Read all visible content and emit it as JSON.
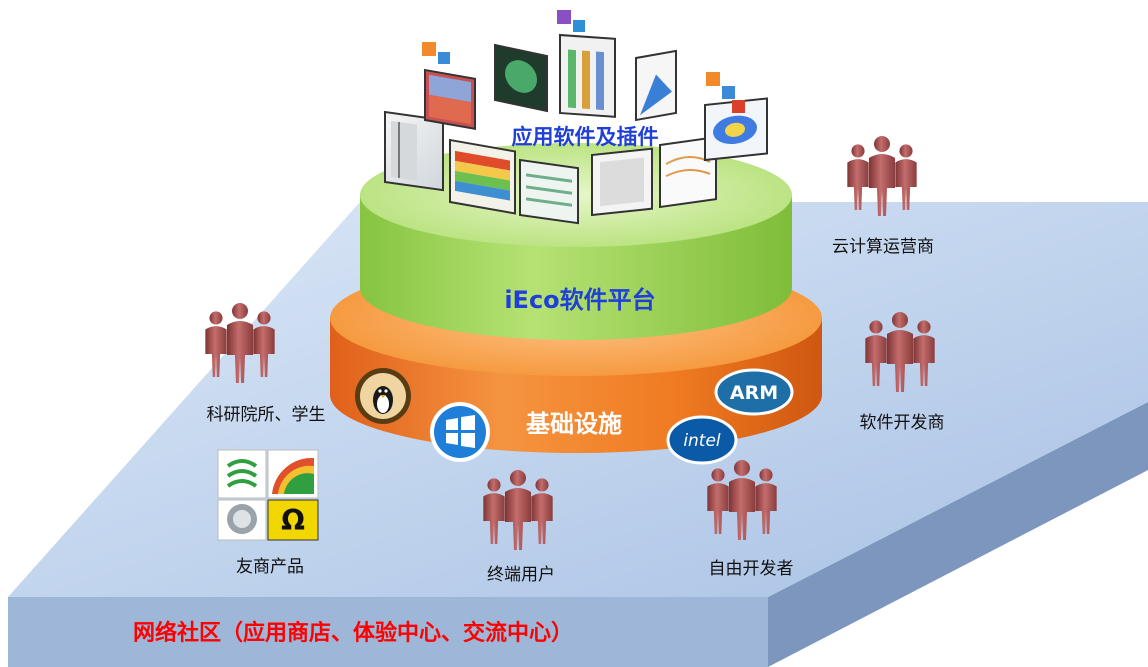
{
  "layers": {
    "apps": "应用软件及插件",
    "platform": "iEco软件平台",
    "infrastructure": "基础设施"
  },
  "community": {
    "banner": "网络社区（应用商店、体验中心、交流中心）"
  },
  "groups": {
    "cloud_operators": "云计算运营商",
    "software_developers": "软件开发商",
    "research_institutes": "科研院所、学生",
    "partner_products": "友商产品",
    "end_users": "终端用户",
    "free_developers": "自由开发者"
  },
  "logos": {
    "linux": "linux-penguin-icon",
    "windows": "windows-icon",
    "arm": "ARM",
    "intel": "intel"
  },
  "colors": {
    "platform_green": "#9ed35a",
    "infra_orange": "#f07a1a",
    "base_blue": "#b2c8e6",
    "people_red": "#b65a5a",
    "title_blue": "#1f3fd8",
    "banner_red": "#ff0000"
  }
}
